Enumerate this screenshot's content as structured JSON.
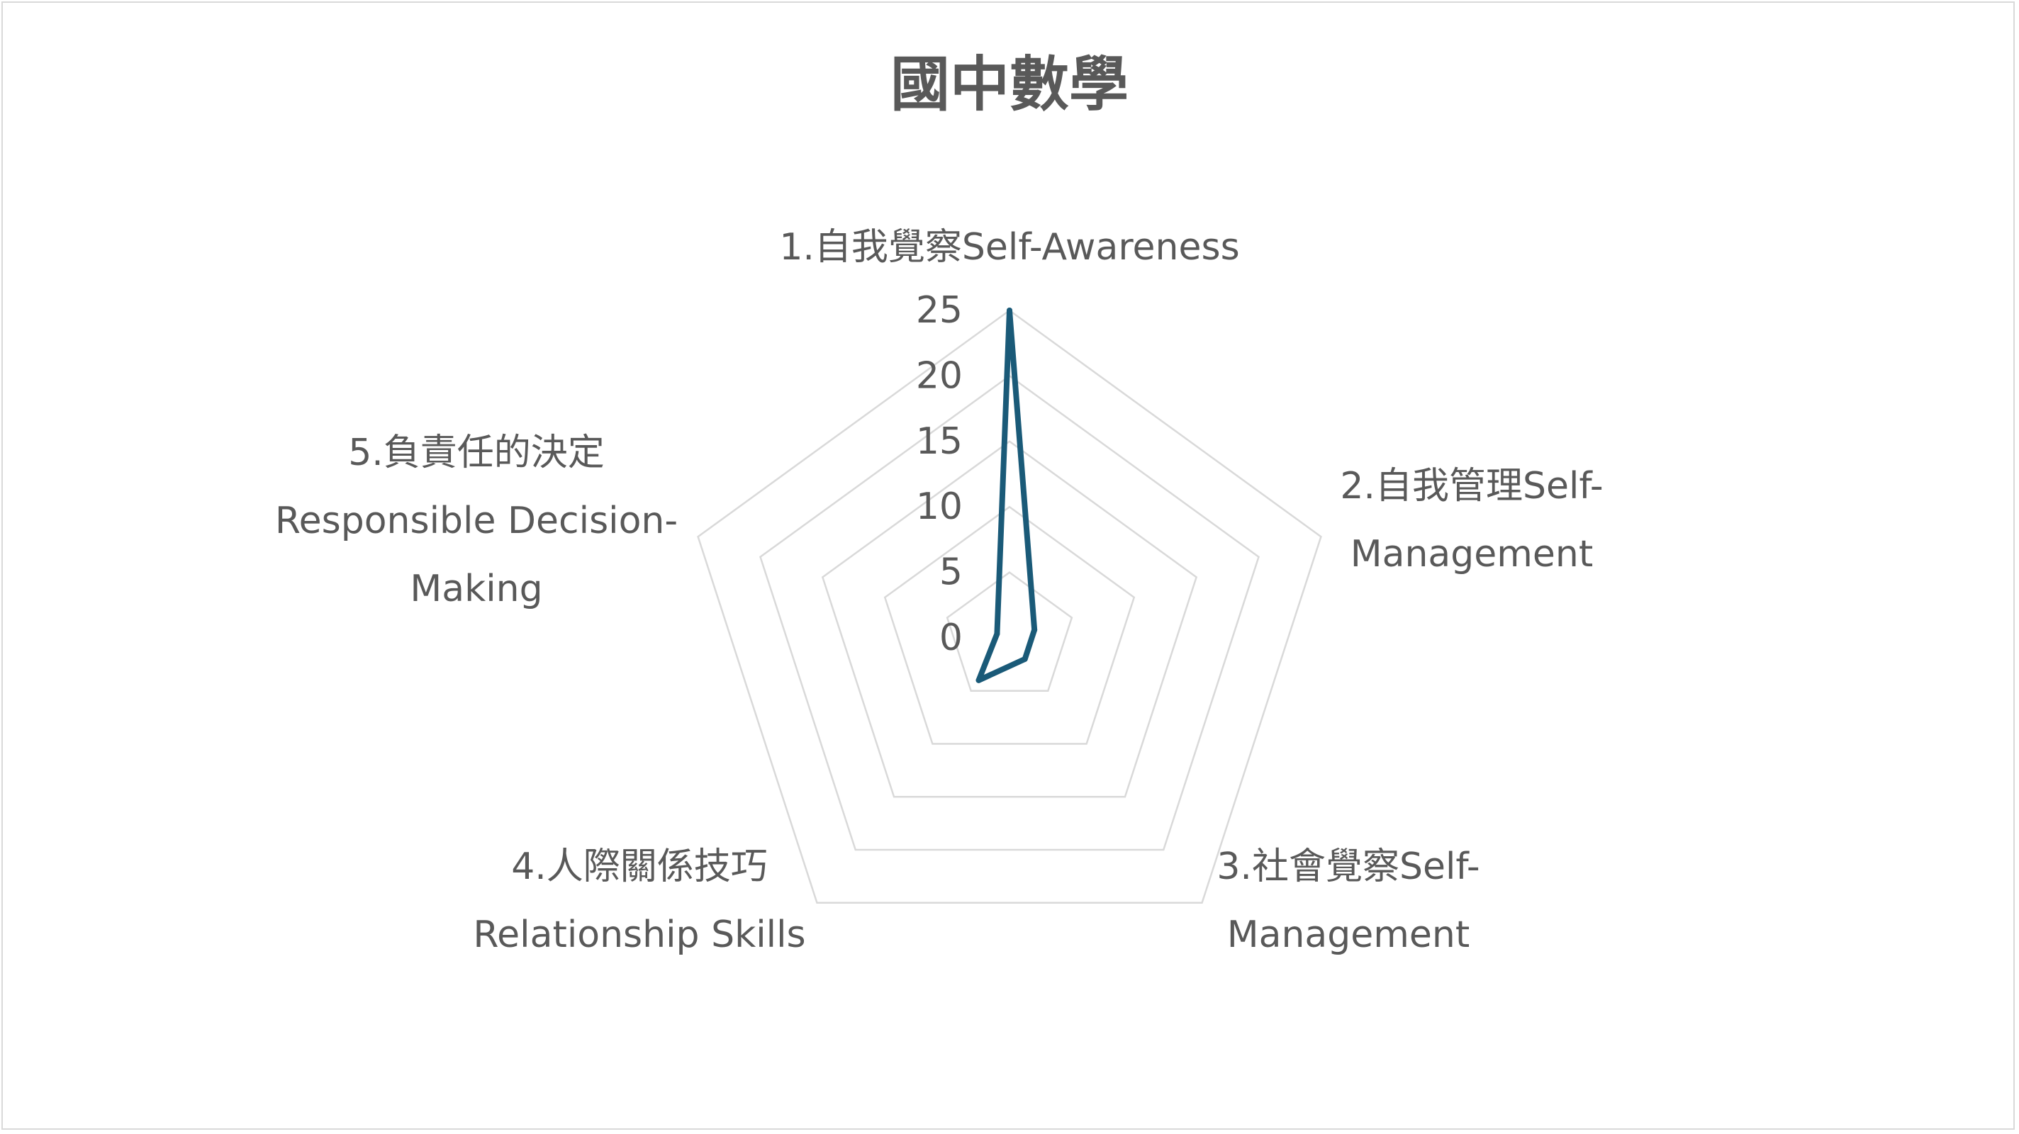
{
  "chart_data": {
    "type": "radar",
    "title": "國中數學",
    "categories": [
      [
        "1.自我覺察Self-Awareness"
      ],
      [
        "2.自我管理Self-",
        "Management"
      ],
      [
        "3.社會覺察Self-",
        "Management"
      ],
      [
        "4.人際關係技巧",
        "Relationship Skills"
      ],
      [
        "5.負責任的決定",
        "Responsible Decision-",
        "Making"
      ]
    ],
    "ticks": [
      "0",
      "5",
      "10",
      "15",
      "20",
      "25"
    ],
    "rmin": 0,
    "rmax": 25,
    "series": [
      {
        "values": [
          25,
          2,
          2,
          4,
          1
        ],
        "color": "#1a5a78"
      }
    ],
    "grid": true,
    "legend": "none"
  }
}
